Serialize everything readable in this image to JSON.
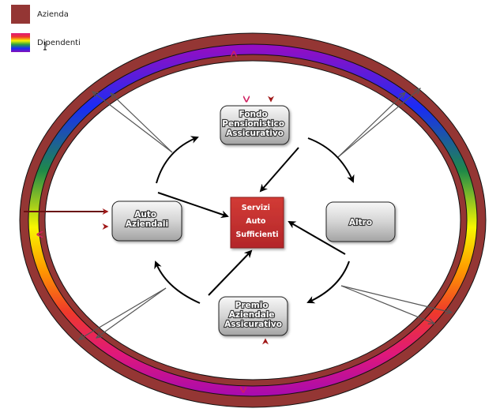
{
  "legend": [
    {
      "label": "Azienda",
      "swatch": "solid",
      "color": "#943634"
    },
    {
      "label": "Dipendenti",
      "swatch": "rainbow"
    }
  ],
  "colors": {
    "azienda": "#943634",
    "center_box": "#c0392b",
    "box_fill_top": "#f4f4f4",
    "box_fill_bottom": "#9a9a9a",
    "arrow": "#000000",
    "ring_arrow": "#555555",
    "rainbow": [
      "#8b0fb8",
      "#1a2cf5",
      "#1f8a48",
      "#f7f700",
      "#ff9a00",
      "#ef3a2a",
      "#e0187a",
      "#a70ab0"
    ]
  },
  "nodes": {
    "fondo": {
      "lines": [
        "Fondo",
        "Pensionistico",
        "Assicurativo"
      ]
    },
    "auto": {
      "lines": [
        "Auto",
        "Aziendali"
      ]
    },
    "altro": {
      "lines": [
        "Altro"
      ]
    },
    "premio": {
      "lines": [
        "Premio",
        "Aziendale",
        "Assicurativo"
      ]
    },
    "servizi": {
      "lines": [
        "Servizi",
        "Auto",
        "Sufficienti"
      ]
    }
  },
  "rings": {
    "outer": "Azienda",
    "middle": "Dipendenti",
    "inner": "Azienda"
  }
}
